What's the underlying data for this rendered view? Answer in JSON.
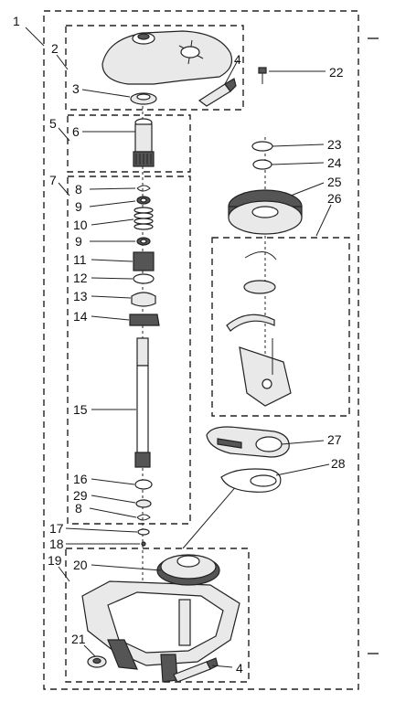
{
  "callouts": {
    "c1": "1",
    "c2": "2",
    "c3": "3",
    "c4a": "4",
    "c4b": "4",
    "c5": "5",
    "c6": "6",
    "c7": "7",
    "c8a": "8",
    "c8b": "8",
    "c9a": "9",
    "c9b": "9",
    "c10": "10",
    "c11": "11",
    "c12": "12",
    "c13": "13",
    "c14": "14",
    "c15": "15",
    "c16": "16",
    "c17": "17",
    "c18": "18",
    "c19": "19",
    "c20": "20",
    "c21": "21",
    "c22": "22",
    "c23": "23",
    "c24": "24",
    "c25": "25",
    "c26": "26",
    "c27": "27",
    "c28": "28",
    "c29": "29"
  }
}
